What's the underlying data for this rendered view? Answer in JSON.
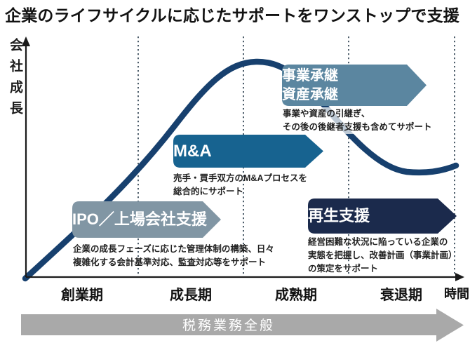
{
  "title": "企業のライフサイクルに応じたサポートをワンストップで支援",
  "axes": {
    "y_label": "会社成長",
    "x_label": "時間",
    "phases": [
      "創業期",
      "成長期",
      "成熟期",
      "衰退期"
    ]
  },
  "banners": {
    "ipo": {
      "label": "IPO／上場会社支援",
      "color": "#8196a4",
      "desc_lines": [
        "企業の成長フェーズに応じた管理体制の構築、日々",
        "複雑化する会計基準対応、監査対応等をサポート"
      ]
    },
    "ma": {
      "label": "M&A",
      "color": "#176390",
      "desc_lines": [
        "売手・買手双方のM&Aプロセスを",
        "総合的にサポート"
      ]
    },
    "succession": {
      "label_line1": "事業承継",
      "label_line2": "資産承継",
      "color": "#5b86a0",
      "desc_lines": [
        "事業や資産の引継ぎ、",
        "その後の後継者支援も含めてサポート"
      ]
    },
    "revival": {
      "label": "再生支援",
      "color": "#1b2a4c",
      "desc_lines": [
        "経営困難な状況に陥っている企業の",
        "実態を把握し、改善計画（事業計画）",
        "の策定をサポート"
      ]
    }
  },
  "bottom_arrow": {
    "label": "税務業務全般",
    "color": "#a9a9a9"
  },
  "chart": {
    "curve_color": "#17406e"
  }
}
